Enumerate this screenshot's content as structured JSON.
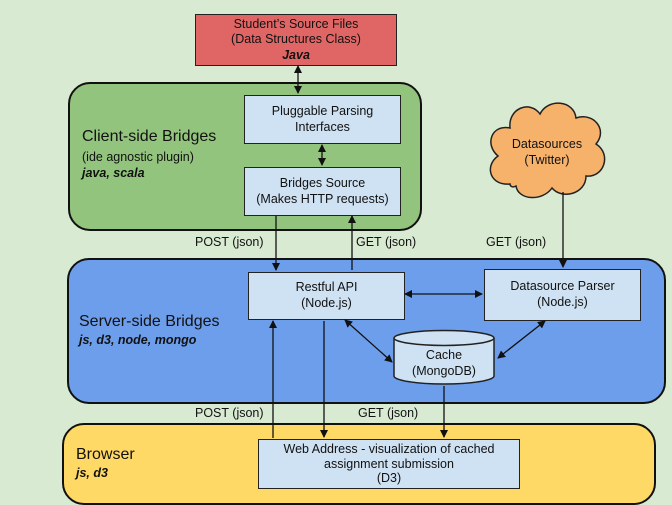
{
  "source": {
    "line1": "Student’s Source Files",
    "line2": "(Data Structures Class)",
    "line3": "Java"
  },
  "client": {
    "title": "Client-side Bridges",
    "subtitle": "(ide agnostic plugin)",
    "tech": "java, scala",
    "parsing": {
      "line1": "Pluggable Parsing",
      "line2": "Interfaces"
    },
    "bridges_source": {
      "line1": "Bridges Source",
      "line2": "(Makes HTTP requests)"
    }
  },
  "datasources": {
    "line1": "Datasources",
    "line2": "(Twitter)"
  },
  "server": {
    "title": "Server-side Bridges",
    "tech": "js, d3, node, mongo",
    "restful": {
      "line1": "Restful API",
      "line2": "(Node.js)"
    },
    "parser": {
      "line1": "Datasource Parser",
      "line2": "(Node.js)"
    },
    "cache": {
      "line1": "Cache",
      "line2": "(MongoDB)"
    }
  },
  "browser": {
    "title": "Browser",
    "tech": "js, d3",
    "web": {
      "line1": "Web Address - visualization of cached",
      "line2": "assignment submission",
      "line3": "(D3)"
    }
  },
  "labels": {
    "post_top": "POST (json)",
    "get_top_mid": "GET (json)",
    "get_top_right": "GET (json)",
    "post_bottom": "POST (json)",
    "get_bottom": "GET (json)"
  },
  "colors": {
    "background": "#d9ead3",
    "source_red": "#e06666",
    "client_green": "#93c47d",
    "cloud_orange": "#f6b26b",
    "server_blue": "#6d9eeb",
    "browser_yellow": "#ffd966",
    "box_blue": "#cfe2f3"
  }
}
